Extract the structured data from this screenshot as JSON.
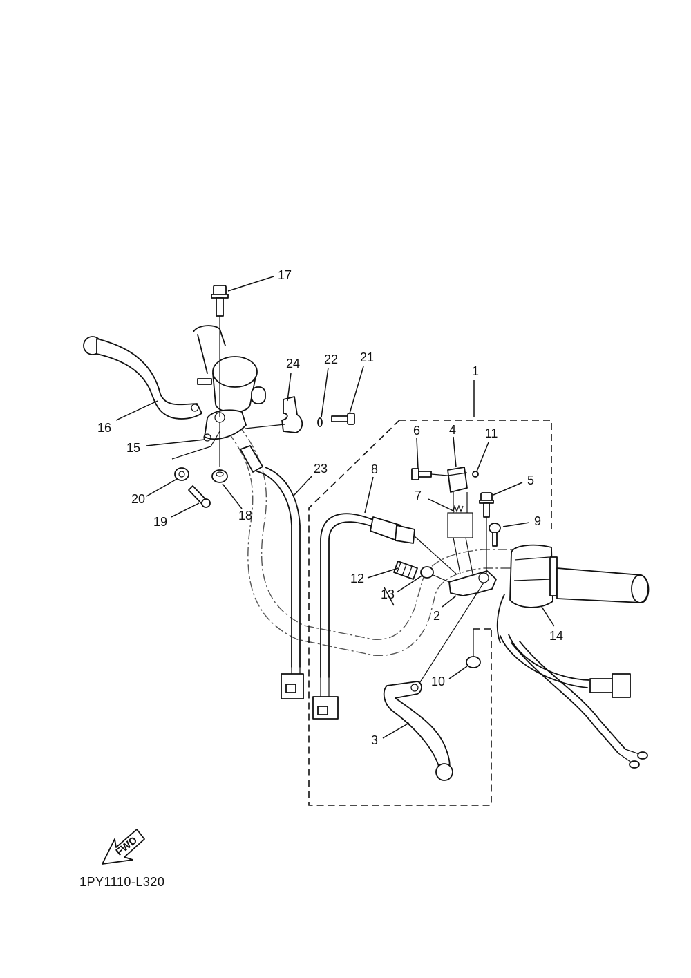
{
  "diagram": {
    "code": "1PY1110-L320",
    "fwd_label": "FWD",
    "callouts": [
      {
        "id": "c1",
        "label": "1"
      },
      {
        "id": "c2",
        "label": "2"
      },
      {
        "id": "c3",
        "label": "3"
      },
      {
        "id": "c4",
        "label": "4"
      },
      {
        "id": "c5",
        "label": "5"
      },
      {
        "id": "c6",
        "label": "6"
      },
      {
        "id": "c7",
        "label": "7"
      },
      {
        "id": "c8",
        "label": "8"
      },
      {
        "id": "c9",
        "label": "9"
      },
      {
        "id": "c10",
        "label": "10"
      },
      {
        "id": "c11",
        "label": "11"
      },
      {
        "id": "c12",
        "label": "12"
      },
      {
        "id": "c13",
        "label": "13"
      },
      {
        "id": "c14",
        "label": "14"
      },
      {
        "id": "c15",
        "label": "15"
      },
      {
        "id": "c16",
        "label": "16"
      },
      {
        "id": "c17",
        "label": "17"
      },
      {
        "id": "c18",
        "label": "18"
      },
      {
        "id": "c19",
        "label": "19"
      },
      {
        "id": "c20",
        "label": "20"
      },
      {
        "id": "c21",
        "label": "21"
      },
      {
        "id": "c22",
        "label": "22"
      },
      {
        "id": "c23",
        "label": "23"
      },
      {
        "id": "c24",
        "label": "24"
      }
    ]
  }
}
